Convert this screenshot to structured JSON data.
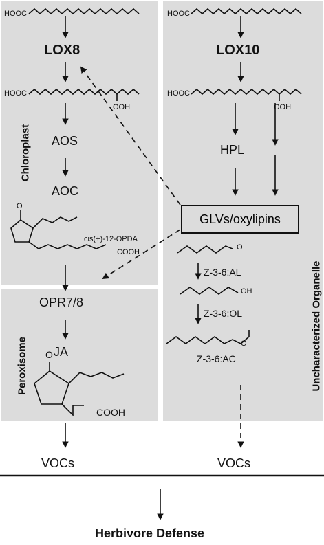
{
  "organelles": {
    "chloroplast": "Chloroplast",
    "peroxisome": "Peroxisome",
    "uncharacterized": "Uncharacterized Organelle"
  },
  "left_path": {
    "substrate_label": "HOOC",
    "enzyme1": "LOX8",
    "product_label": "HOOC",
    "product_ooh": "OOH",
    "enzyme2": "AOS",
    "enzyme3": "AOC",
    "opda_label": "cis(+)-12-OPDA",
    "opda_cooh": "COOH",
    "enzyme4": "OPR7/8",
    "ja": "JA",
    "ja_cooh": "COOH",
    "ja_ketone": "O",
    "opda_ketone": "O",
    "vocs": "VOCs"
  },
  "right_path": {
    "substrate_label": "HOOC",
    "enzyme1": "LOX10",
    "product_label": "HOOC",
    "product_ooh": "OOH",
    "enzyme2": "HPL",
    "glv_box": "GLVs/oxylipins",
    "al": "Z-3-6:AL",
    "al_o": "O",
    "ol": "Z-3-6:OL",
    "ol_oh": "OH",
    "ac": "Z-3-6:AC",
    "ac_o": "O",
    "vocs": "VOCs"
  },
  "final": "Herbivore Defense",
  "colors": {
    "panel": "#dcdcdc",
    "line": "#111111"
  }
}
